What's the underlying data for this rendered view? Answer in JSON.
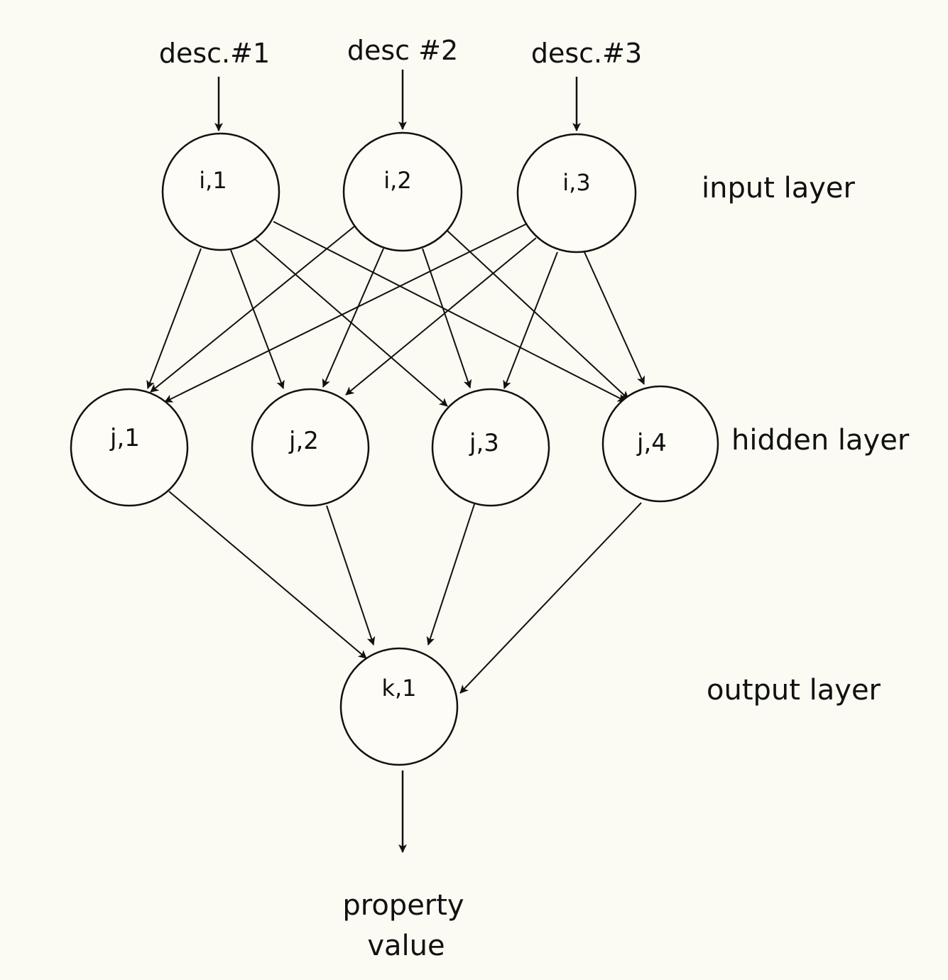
{
  "inputs": [
    "desc.#1",
    "desc #2",
    "desc.#3"
  ],
  "input_layer": {
    "label": "input layer",
    "nodes": [
      "i,1",
      "i,2",
      "i,3"
    ]
  },
  "hidden_layer": {
    "label": "hidden layer",
    "nodes": [
      "j,1",
      "j,2",
      "j,3",
      "j,4"
    ]
  },
  "output_layer": {
    "label": "output layer",
    "nodes": [
      "k,1"
    ]
  },
  "output": {
    "line1": "property",
    "line2": "value"
  },
  "colors": {
    "background": "#fbfaf3",
    "ink": "#111111",
    "node_fill": "#fdfcf6"
  }
}
